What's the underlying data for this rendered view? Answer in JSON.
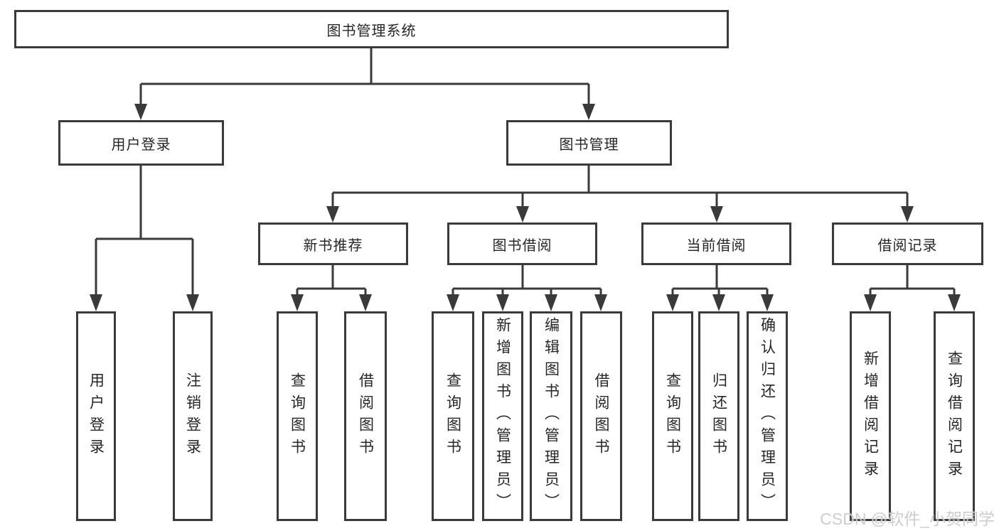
{
  "root": {
    "label": "图书管理系统"
  },
  "branches": {
    "user": {
      "label": "用户登录",
      "children": [
        {
          "label": "用户登录"
        },
        {
          "label": "注销登录"
        }
      ]
    },
    "book": {
      "label": "图书管理",
      "sections": [
        {
          "label": "新书推荐",
          "children": [
            {
              "label": "查询图书"
            },
            {
              "label": "借阅图书"
            }
          ]
        },
        {
          "label": "图书借阅",
          "children": [
            {
              "label": "查询图书"
            },
            {
              "label": "新增图书（管理员）"
            },
            {
              "label": "编辑图书（管理员）"
            },
            {
              "label": "借阅图书"
            }
          ]
        },
        {
          "label": "当前借阅",
          "children": [
            {
              "label": "查询图书"
            },
            {
              "label": "归还图书"
            },
            {
              "label": "确认归还（管理员）"
            }
          ]
        },
        {
          "label": "借阅记录",
          "children": [
            {
              "label": "新增借阅记录"
            },
            {
              "label": "查询借阅记录"
            }
          ]
        }
      ]
    }
  },
  "colors": {
    "line": "#3a3a3a",
    "text": "#262626",
    "background": "#ffffff",
    "watermark": "#c9c9c9"
  },
  "watermark": {
    "text": "CSDN @软件_小贺同学"
  }
}
